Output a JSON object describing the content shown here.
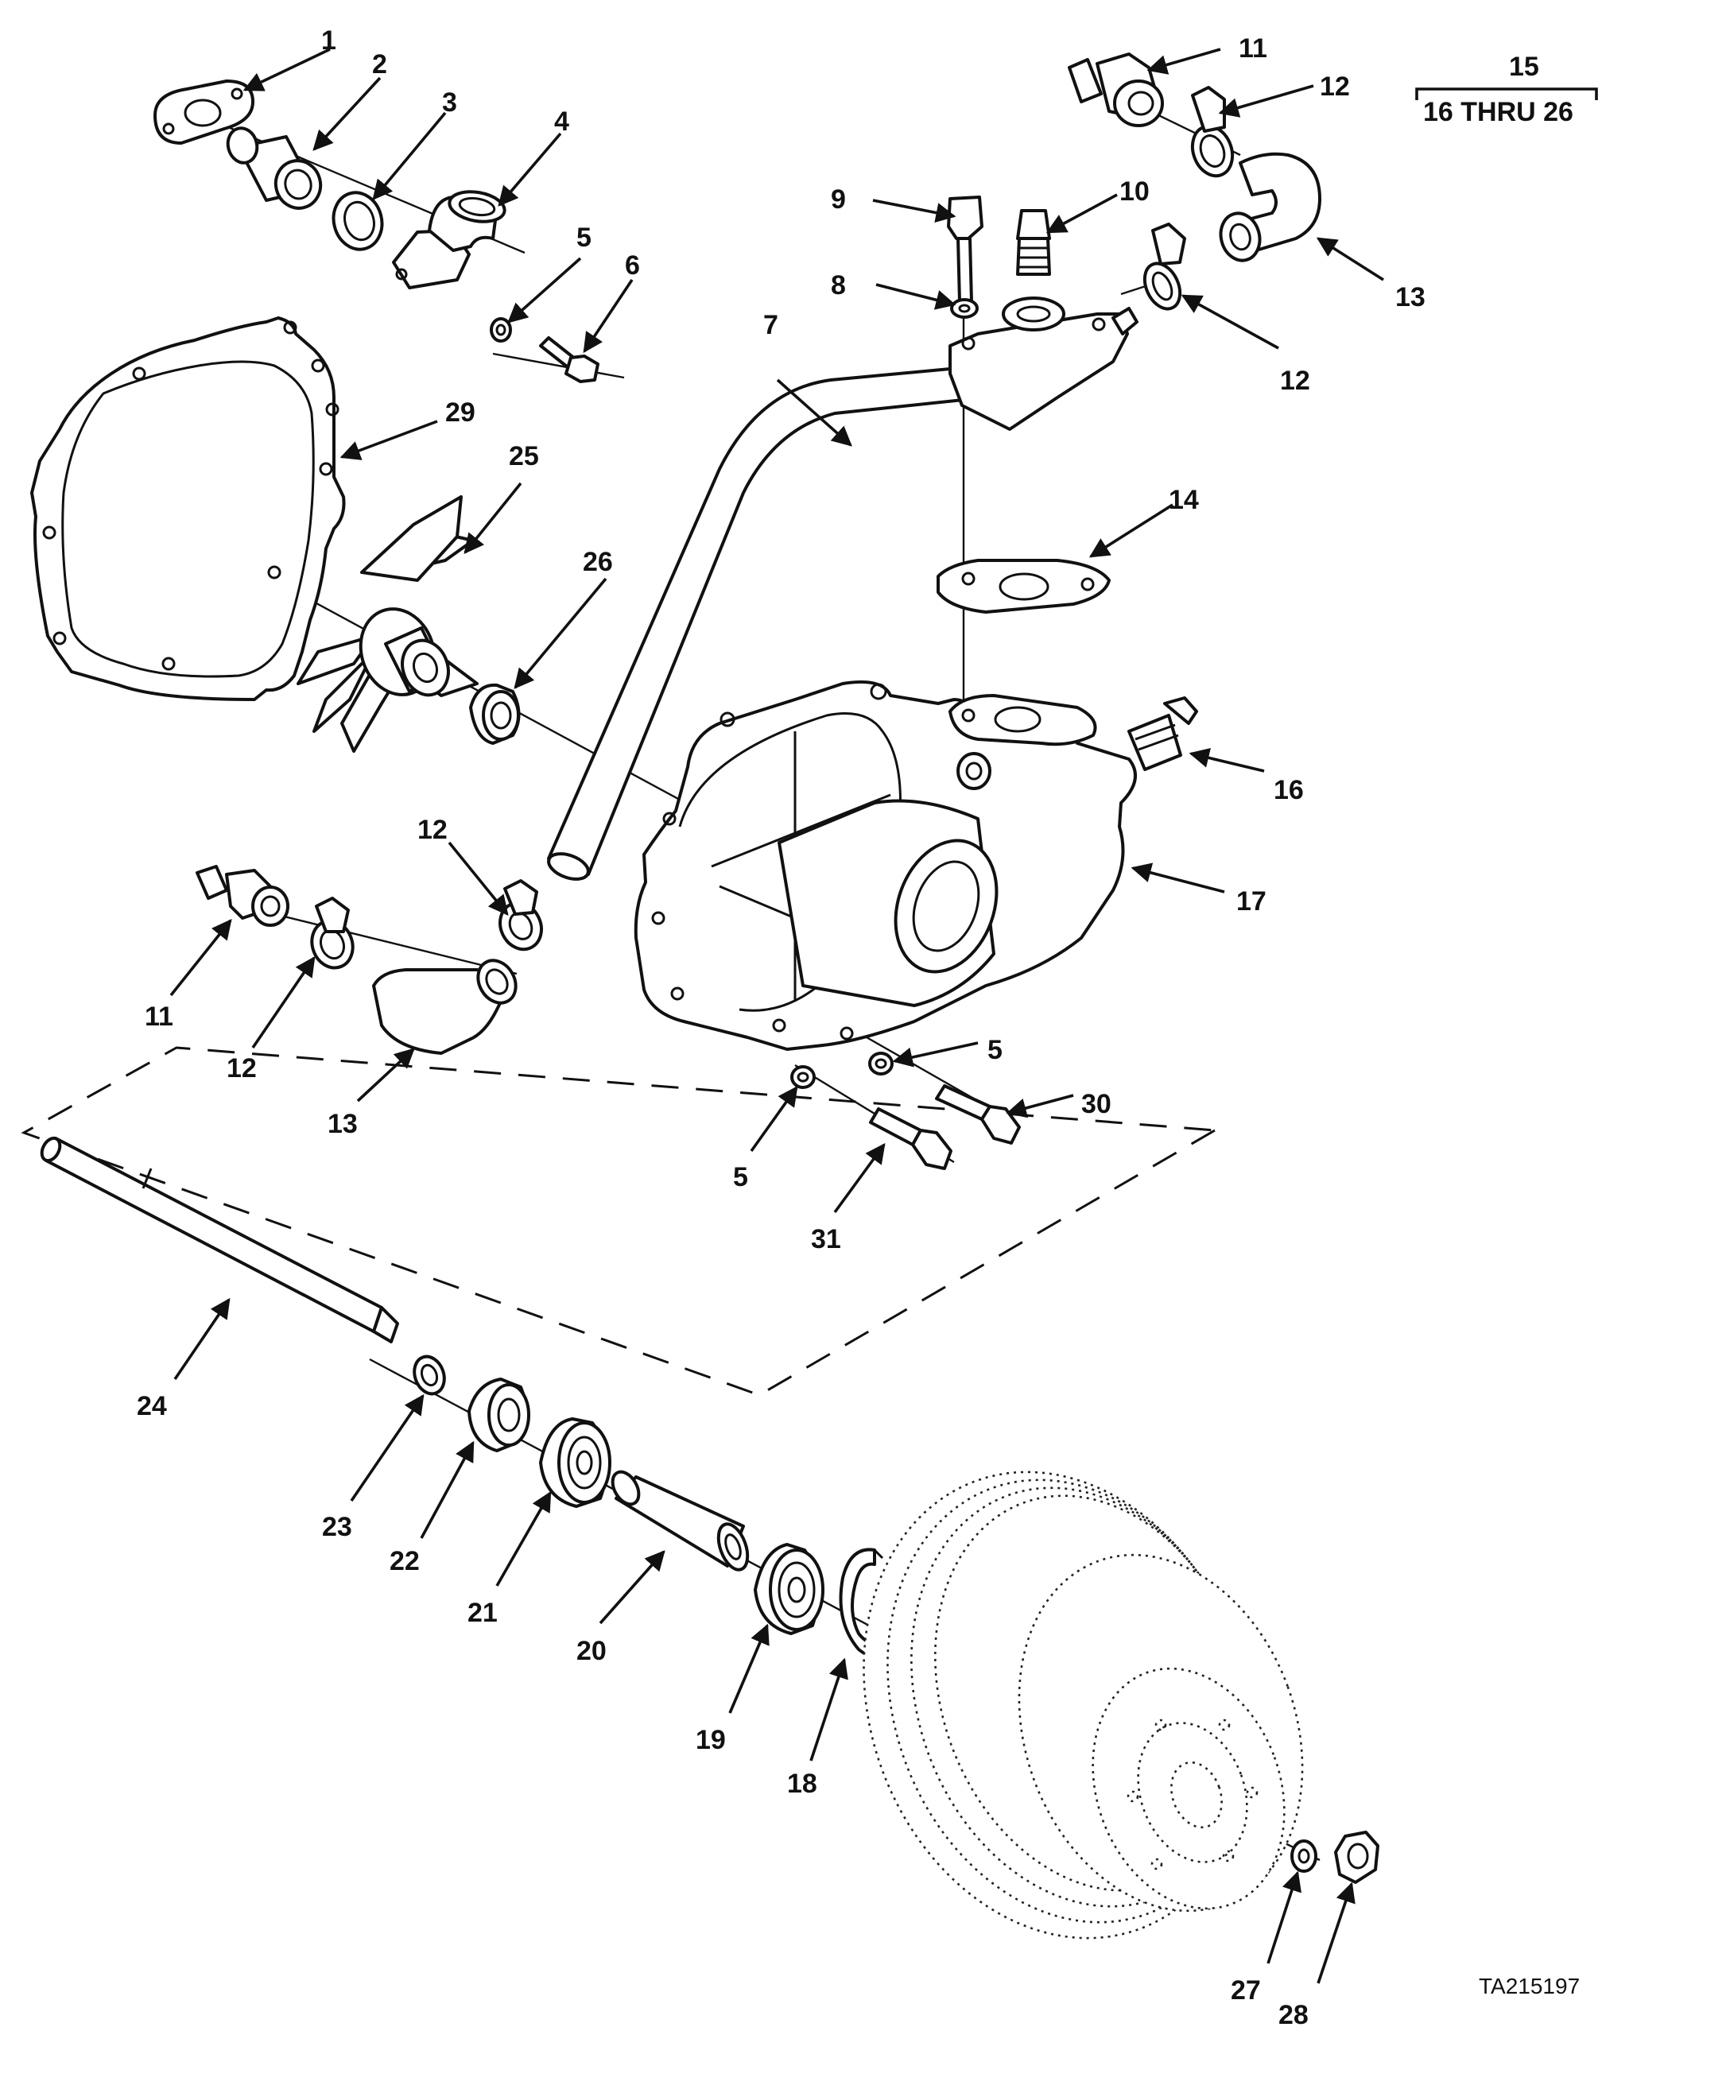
{
  "callouts": [
    {
      "id": "c1",
      "text": "1"
    },
    {
      "id": "c2",
      "text": "2"
    },
    {
      "id": "c3",
      "text": "3"
    },
    {
      "id": "c4",
      "text": "4"
    },
    {
      "id": "c5a",
      "text": "5"
    },
    {
      "id": "c6",
      "text": "6"
    },
    {
      "id": "c7",
      "text": "7"
    },
    {
      "id": "c8",
      "text": "8"
    },
    {
      "id": "c9",
      "text": "9"
    },
    {
      "id": "c10",
      "text": "10"
    },
    {
      "id": "c11a",
      "text": "11"
    },
    {
      "id": "c12a",
      "text": "12"
    },
    {
      "id": "c12b",
      "text": "12"
    },
    {
      "id": "c13a",
      "text": "13"
    },
    {
      "id": "c14",
      "text": "14"
    },
    {
      "id": "c29",
      "text": "29"
    },
    {
      "id": "c25",
      "text": "25"
    },
    {
      "id": "c26",
      "text": "26"
    },
    {
      "id": "c16",
      "text": "16"
    },
    {
      "id": "c17",
      "text": "17"
    },
    {
      "id": "c12c",
      "text": "12"
    },
    {
      "id": "c11b",
      "text": "11"
    },
    {
      "id": "c12d",
      "text": "12"
    },
    {
      "id": "c13b",
      "text": "13"
    },
    {
      "id": "c5b",
      "text": "5"
    },
    {
      "id": "c30",
      "text": "30"
    },
    {
      "id": "c5c",
      "text": "5"
    },
    {
      "id": "c31",
      "text": "31"
    },
    {
      "id": "c24",
      "text": "24"
    },
    {
      "id": "c23",
      "text": "23"
    },
    {
      "id": "c22",
      "text": "22"
    },
    {
      "id": "c21",
      "text": "21"
    },
    {
      "id": "c20",
      "text": "20"
    },
    {
      "id": "c19",
      "text": "19"
    },
    {
      "id": "c18",
      "text": "18"
    },
    {
      "id": "c27",
      "text": "27"
    },
    {
      "id": "c28",
      "text": "28"
    }
  ],
  "kit_label": {
    "number": "15",
    "range": "16 THRU 26"
  },
  "figure_id": "TA215197"
}
